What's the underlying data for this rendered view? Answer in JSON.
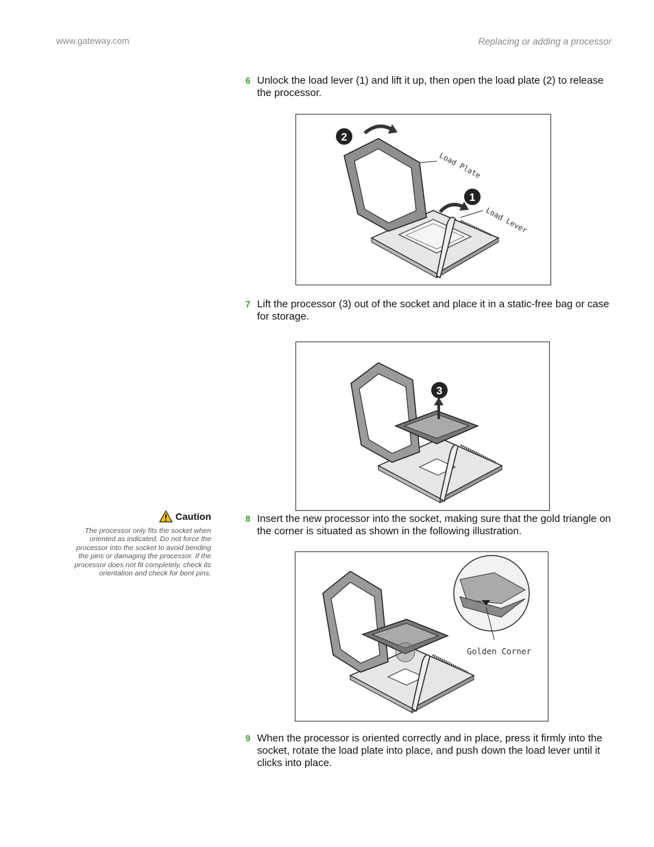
{
  "header": {
    "website": "www.gateway.com",
    "section": "Replacing or adding a processor"
  },
  "steps": [
    {
      "number": "6",
      "text": "Unlock the load lever (1) and lift it up, then open the load plate (2) to release the processor."
    },
    {
      "number": "7",
      "text": "Lift the processor (3) out of the socket and place it in a static-free bag or case for storage."
    },
    {
      "number": "8",
      "text": "Insert the new processor into the socket, making sure that the gold triangle on the corner is situated as shown in the following illustration."
    },
    {
      "number": "9",
      "text": "When the processor is oriented correctly and in place, press it firmly into the socket, rotate the load plate into place, and push down the load lever until it clicks into place."
    }
  ],
  "figures": {
    "fig1": {
      "marker1": "1",
      "marker2": "2",
      "label_plate": "Load Plate",
      "label_lever": "Load Lever"
    },
    "fig2": {
      "marker3": "3"
    },
    "fig3": {
      "label_corner": "Golden Corner"
    }
  },
  "caution": {
    "icon": "warning-triangle-icon",
    "title": "Caution",
    "text": "The processor only fits the socket when oriented as indicated. Do not force the processor into the socket to avoid bending the pins or damaging the processor. If the processor does not fit completely, check its orientation and check for bent pins."
  }
}
